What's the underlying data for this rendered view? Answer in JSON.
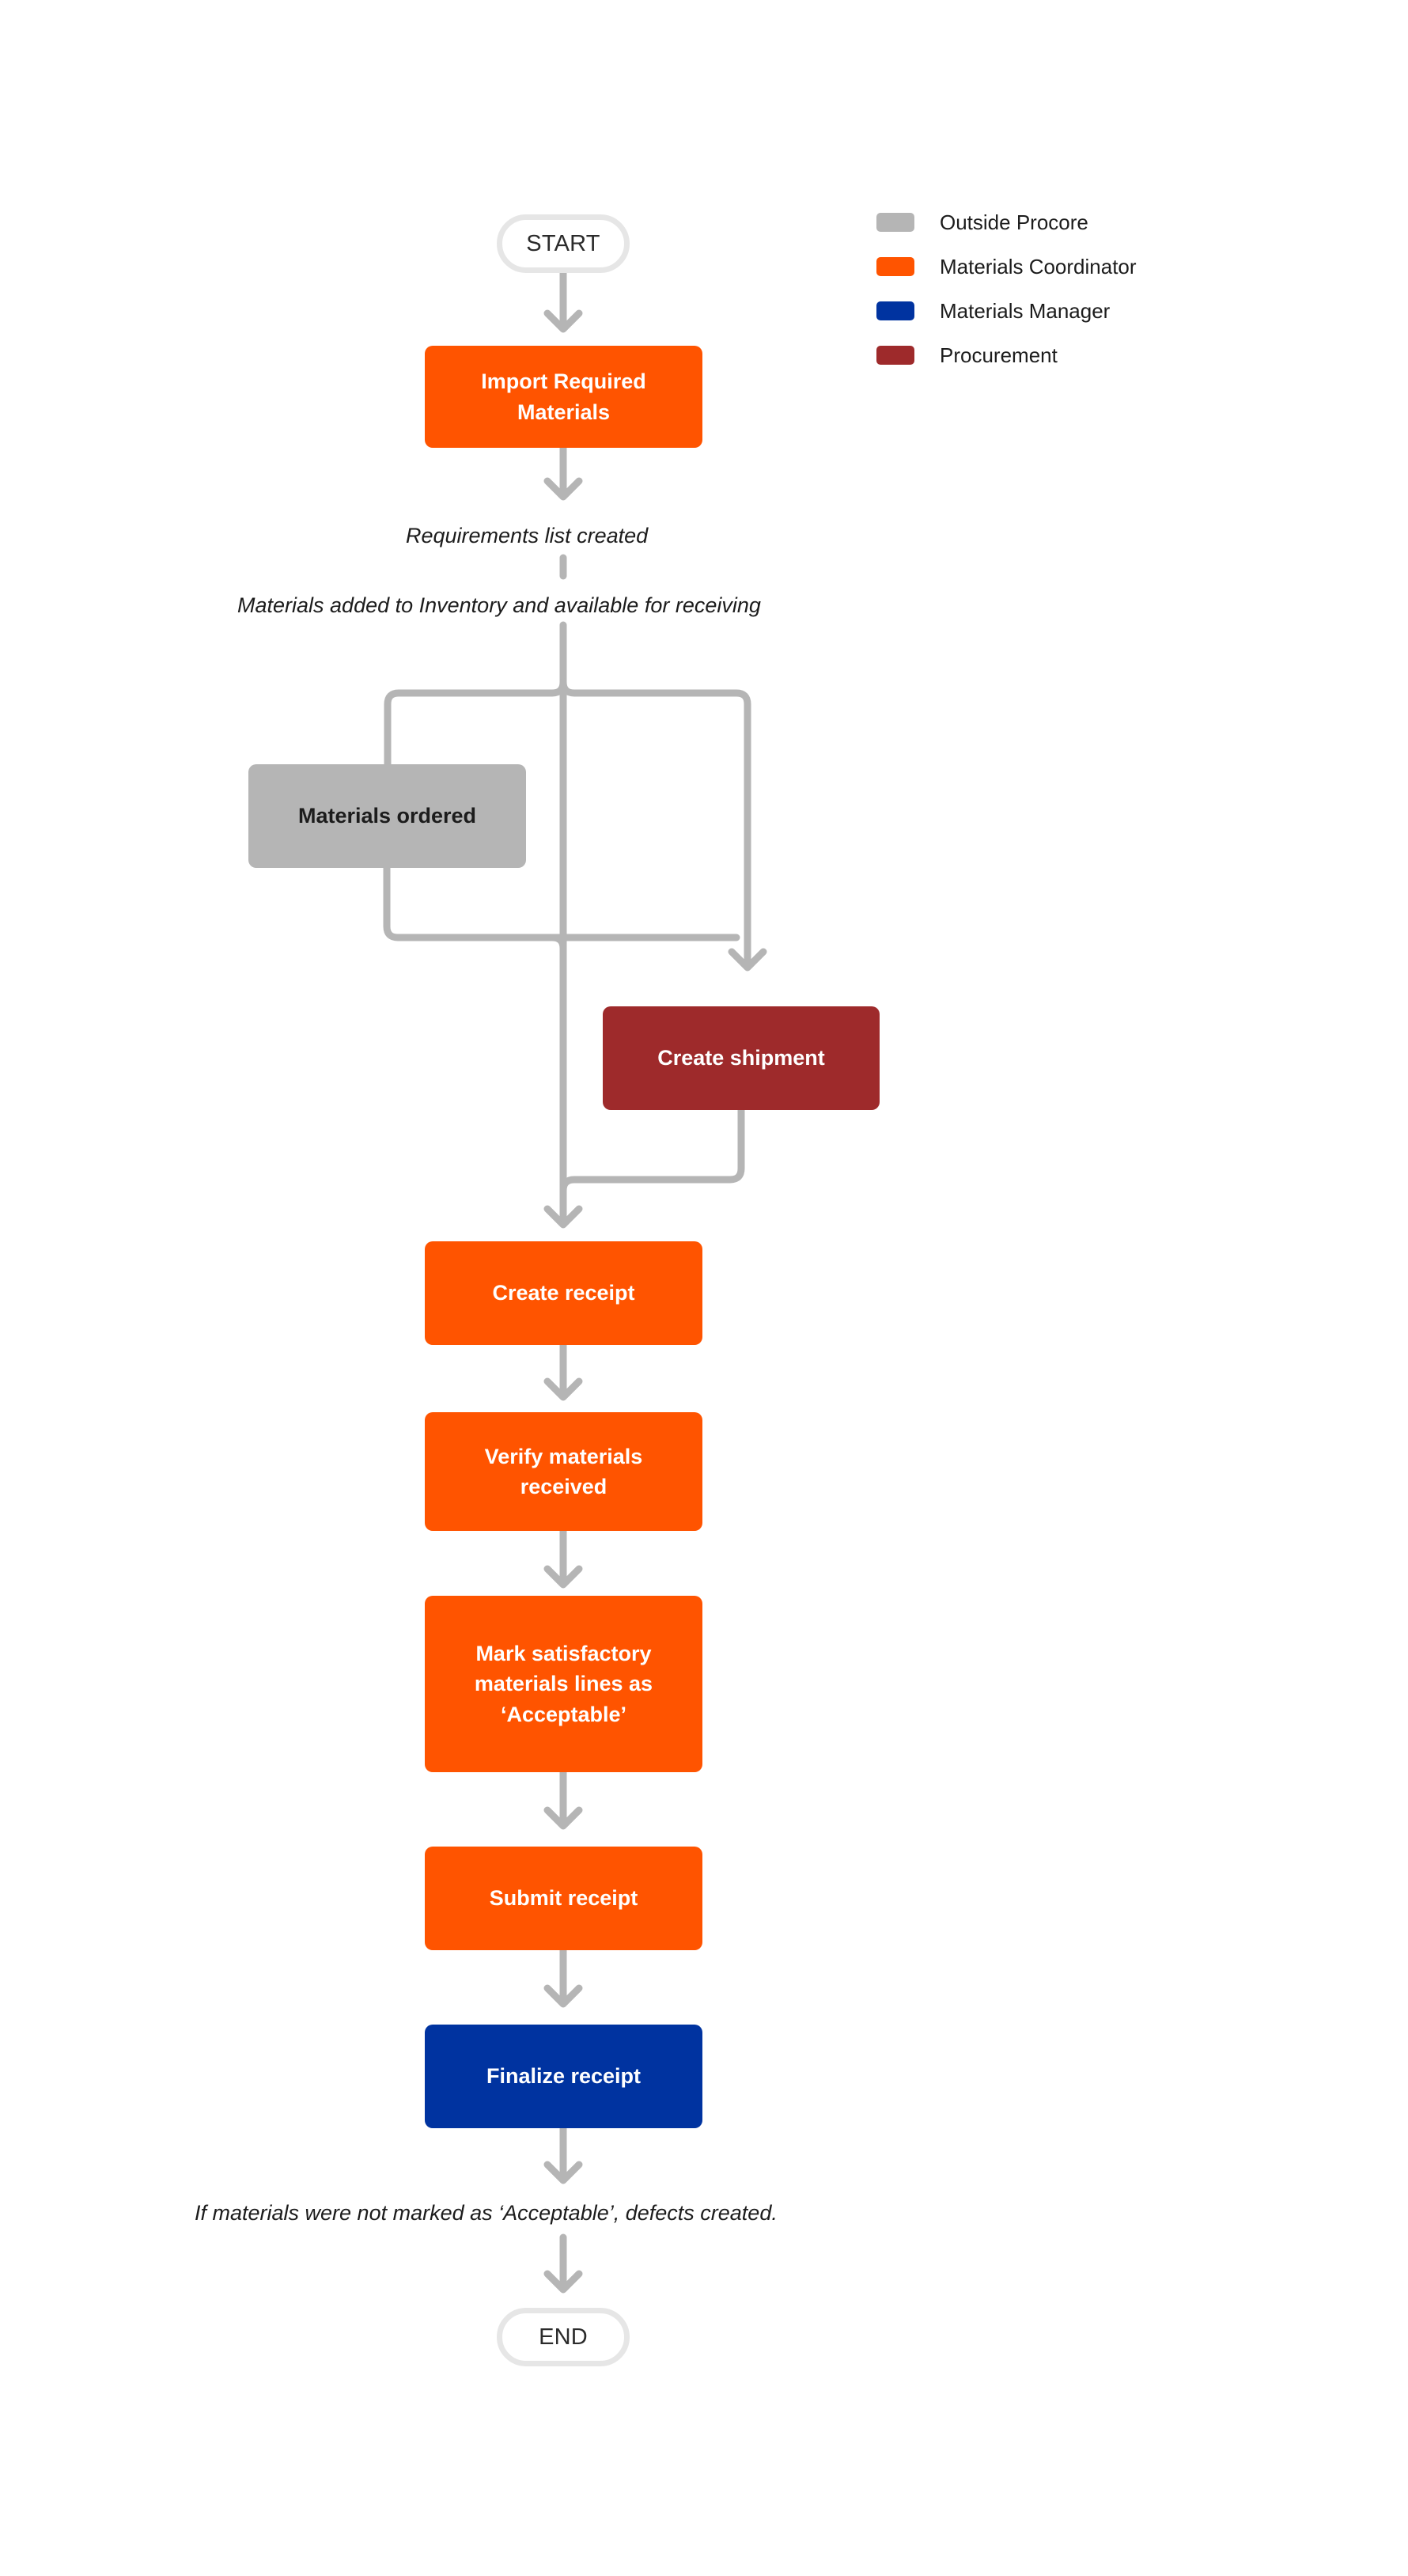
{
  "diagram": {
    "type": "flowchart",
    "orientation": "top-to-bottom",
    "background": "#ffffff",
    "connector_color": "#b5b5b5"
  },
  "legend": {
    "title": "",
    "items": [
      {
        "label": "Outside Procore",
        "color": "#b5b5b5",
        "swatch": "legend-swatch-outside"
      },
      {
        "label": "Materials Coordinator",
        "color": "#ff5400",
        "swatch": "legend-swatch-coordinator"
      },
      {
        "label": "Materials Manager",
        "color": "#0033a0",
        "swatch": "legend-swatch-manager"
      },
      {
        "label": "Procurement",
        "color": "#9e2a2b",
        "swatch": "legend-swatch-procurement"
      }
    ]
  },
  "nodes": {
    "start": {
      "label": "START",
      "role": "terminator"
    },
    "import": {
      "label": "Import Required Materials",
      "role": "Materials Coordinator",
      "color": "#ff5400"
    },
    "materials_ordered": {
      "label": "Materials ordered",
      "role": "Outside Procore",
      "color": "#b5b5b5"
    },
    "create_shipment": {
      "label": "Create shipment",
      "role": "Procurement",
      "color": "#9e2a2b"
    },
    "create_receipt": {
      "label": "Create receipt",
      "role": "Materials Coordinator",
      "color": "#ff5400"
    },
    "verify": {
      "label": "Verify materials received",
      "role": "Materials Coordinator",
      "color": "#ff5400"
    },
    "mark": {
      "label": "Mark satisfactory materials lines as ‘Acceptable’",
      "role": "Materials Coordinator",
      "color": "#ff5400"
    },
    "submit": {
      "label": "Submit receipt",
      "role": "Materials Coordinator",
      "color": "#ff5400"
    },
    "finalize": {
      "label": "Finalize receipt",
      "role": "Materials Manager",
      "color": "#0033a0"
    },
    "end": {
      "label": "END",
      "role": "terminator"
    }
  },
  "annotations": {
    "requirements_list": "Requirements list created",
    "materials_added": "Materials added to Inventory and available for receiving",
    "defects": "If materials were not marked as ‘Acceptable’, defects created."
  },
  "edges": [
    {
      "from": "start",
      "to": "import"
    },
    {
      "from": "import",
      "to": "branch",
      "note": "Requirements list created / Materials added to Inventory and available for receiving"
    },
    {
      "from": "branch",
      "to": "materials_ordered"
    },
    {
      "from": "branch",
      "to": "create_shipment"
    },
    {
      "from": "branch",
      "to": "create_receipt"
    },
    {
      "from": "materials_ordered",
      "to": "create_shipment"
    },
    {
      "from": "materials_ordered",
      "to": "create_receipt"
    },
    {
      "from": "create_shipment",
      "to": "create_receipt"
    },
    {
      "from": "create_receipt",
      "to": "verify"
    },
    {
      "from": "verify",
      "to": "mark"
    },
    {
      "from": "mark",
      "to": "submit"
    },
    {
      "from": "submit",
      "to": "finalize"
    },
    {
      "from": "finalize",
      "to": "end",
      "note": "If materials were not marked as ‘Acceptable’, defects created."
    }
  ]
}
